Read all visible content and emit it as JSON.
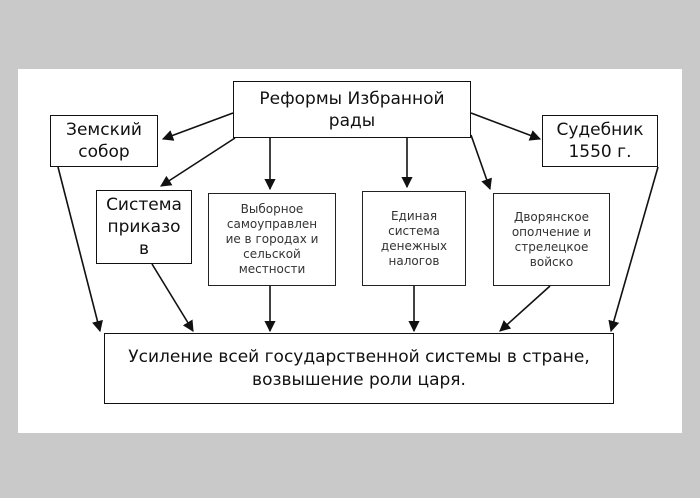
{
  "diagram": {
    "root": "Реформы Избранной\nрады",
    "left_top": "Земский\nсобор",
    "right_top": "Судебник\n1550 г.",
    "system": "Система\nприказо\nв",
    "self_gov": "Выборное\nсамоуправлен\nие в городах и\nсельской\nместности",
    "tax": "Единая\nсистема\nденежных\nналогов",
    "army": "Дворянское\nополчение и\nстрелецкое\nвойско",
    "result": "Усиление всей государственной системы в стране,\nвозвышение роли царя."
  },
  "colors": {
    "page_bg": "#c9c9c9",
    "canvas_bg": "#ffffff",
    "stroke": "#111111"
  }
}
